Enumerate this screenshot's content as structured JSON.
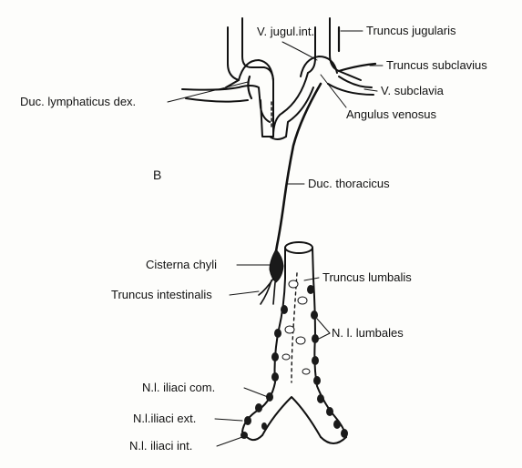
{
  "figure_letter": "B",
  "labels": {
    "v_jugul_int": "V. jugul.int.",
    "truncus_jugularis": "Truncus jugularis",
    "truncus_subclavius": "Truncus subclavius",
    "v_subclavia": "V. subclavia",
    "angulus_venosus": "Angulus venosus",
    "duc_lymphaticus_dex": "Duc. lymphaticus dex.",
    "duc_thoracicus": "Duc. thoracicus",
    "cisterna_chyli": "Cisterna chyli",
    "truncus_lumbalis": "Truncus lumbalis",
    "truncus_intestinalis": "Truncus intestinalis",
    "n_l_lumbales": "N. l. lumbales",
    "n_l_iliaci_com": "N.l. iliaci com.",
    "n_l_iliaci_ext": "N.l.iliaci ext.",
    "n_l_iliaci_int": "N.l. iliaci int."
  },
  "colors": {
    "ink": "#111111",
    "paper": "#fdfdfb"
  }
}
